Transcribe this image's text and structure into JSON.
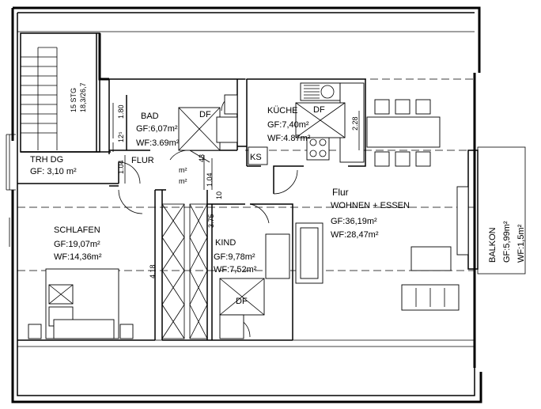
{
  "rooms": {
    "trh": {
      "name": "TRH DG",
      "gf": "GF: 3,10 m²"
    },
    "bad": {
      "name": "BAD",
      "gf": "GF:6,07m²",
      "wf": "WF:3.69m²"
    },
    "kueche": {
      "name": "KÜCHE",
      "gf": "GF:7,40m²",
      "wf": "WF:4.87m²"
    },
    "flur_small": {
      "name": "FLUR"
    },
    "flur": {
      "name": "Flur"
    },
    "wohnen": {
      "name": "WOHNEN + ESSEN",
      "gf": "GF:36,19m²",
      "wf": "WF:28,47m²"
    },
    "schlafen": {
      "name": "SCHLAFEN",
      "gf": "GF:19,07m²",
      "wf": "WF:14,36m²"
    },
    "kind": {
      "name": "KIND",
      "gf": "GF:9,78m²",
      "wf": "WF:7,52m²"
    },
    "balkon": {
      "name": "BALKON",
      "gf": "GF:5,99m²",
      "wf": "WF:1,5m²"
    }
  },
  "marks": {
    "df1": "DF",
    "df2": "DF",
    "df3": "DF",
    "ks": "KS",
    "stair_steps": "15 STG",
    "stair_ratio": "18,3/26,7"
  },
  "dimensions": {
    "d180": "1.80",
    "d125": "12⁵",
    "d104a": "1.04",
    "d43": "43",
    "d104b": "1.04",
    "d10": "10",
    "d228": "2.28",
    "d375": "3.75",
    "d418": "4.18",
    "m2a": "m²",
    "m2b": "m²"
  }
}
